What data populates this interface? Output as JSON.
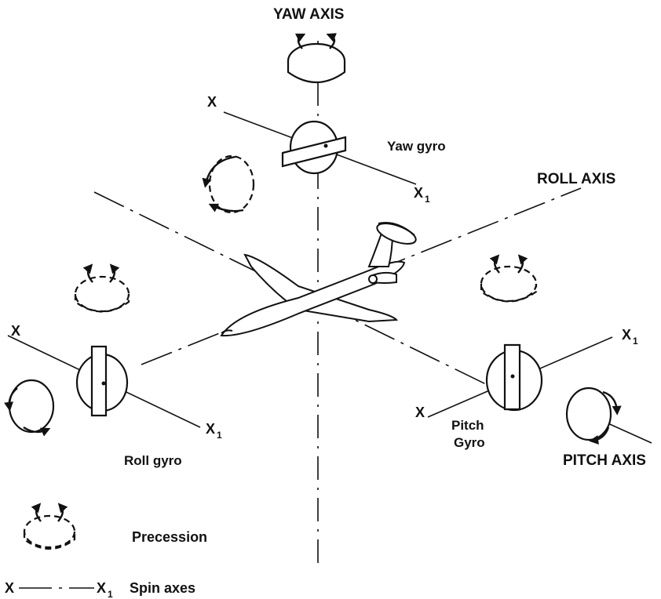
{
  "labels": {
    "yaw_axis": "YAW AXIS",
    "roll_axis": "ROLL AXIS",
    "pitch_axis": "PITCH AXIS",
    "yaw_gyro": "Yaw gyro",
    "roll_gyro": "Roll gyro",
    "pitch_gyro_line1": "Pitch",
    "pitch_gyro_line2": "Gyro",
    "x": "X",
    "x1": "X",
    "x1_sub": "1"
  },
  "legend": {
    "precession": "Precession",
    "spin_axes": "Spin axes",
    "x": "X",
    "x1": "X",
    "x1_sub": "1"
  }
}
